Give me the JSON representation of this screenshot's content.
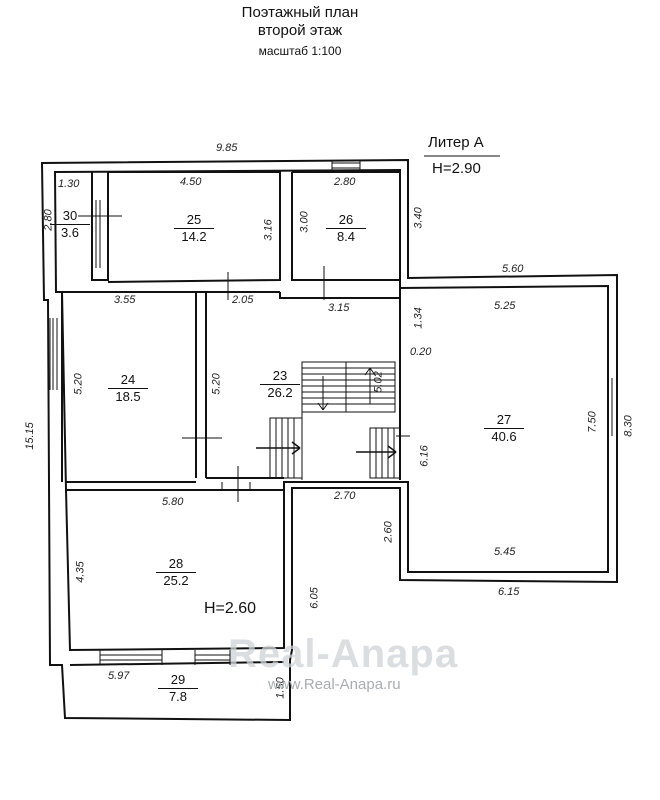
{
  "header": {
    "title": "Поэтажный план",
    "subtitle": "второй этаж",
    "scale": "масштаб 1:100"
  },
  "litera": "Литер А",
  "height_main": "H=2.90",
  "height_room28": "H=2.60",
  "rooms": [
    {
      "num": "30",
      "area": "3.6"
    },
    {
      "num": "25",
      "area": "14.2"
    },
    {
      "num": "26",
      "area": "8.4"
    },
    {
      "num": "24",
      "area": "18.5"
    },
    {
      "num": "23",
      "area": "26.2"
    },
    {
      "num": "27",
      "area": "40.6"
    },
    {
      "num": "28",
      "area": "25.2"
    },
    {
      "num": "29",
      "area": "7.8"
    }
  ],
  "dimensions": {
    "top_total": "9.85",
    "d_1_30": "1.30",
    "d_4_50": "4.50",
    "d_2_80_top": "2.80",
    "d_3_40": "3.40",
    "d_2_80_left": "2.80",
    "d_3_16": "3.16",
    "d_3_00": "3.00",
    "d_5_60": "5.60",
    "d_3_55": "3.55",
    "d_2_05": "2.05",
    "d_3_15": "3.15",
    "d_5_25": "5.25",
    "d_1_34": "1.34",
    "d_0_20": "0.20",
    "d_5_20_a": "5.20",
    "d_5_20_b": "5.20",
    "d_5_02": "5.02",
    "d_15_15": "15.15",
    "d_7_50": "7.50",
    "d_8_30": "8.30",
    "d_6_16": "6.16",
    "d_5_80": "5.80",
    "d_2_70": "2.70",
    "d_2_60": "2.60",
    "d_5_45": "5.45",
    "d_4_35": "4.35",
    "d_6_05": "6.05",
    "d_6_15": "6.15",
    "d_5_97": "5.97",
    "d_1_50": "1.50"
  },
  "watermark": {
    "logo": "Real-Anapa",
    "url": "www.Real-Anapa.ru"
  }
}
